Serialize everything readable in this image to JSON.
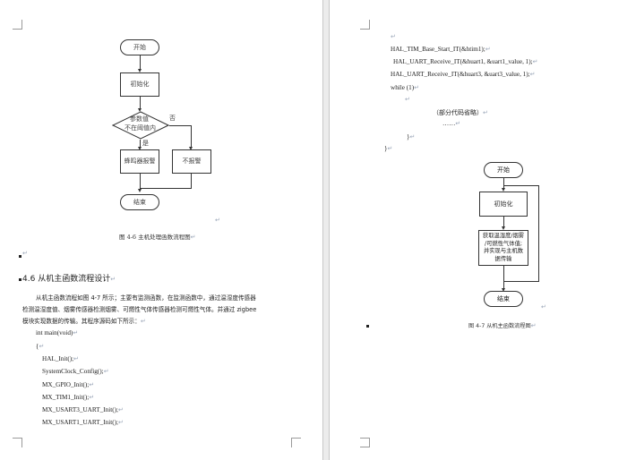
{
  "left_page": {
    "figure_4_6": {
      "start": "开始",
      "init": "初始化",
      "decision_line1": "参数值",
      "decision_line2": "不在阈值内",
      "no_label": "否",
      "yes_label": "是",
      "alarm": "蜂鸣器报警",
      "no_alarm": "不报警",
      "end": "结束",
      "caption": "图 4-6   主机处理函数流程图"
    },
    "section": {
      "number": "4.6",
      "title": "从机主函数流程设计"
    },
    "paragraph": [
      "从机主函数流程如图 4-7 所示；主要有监测函数，在监测函数中，通过温湿度传感器",
      "检测温湿度值、烟雾传感器检测烟雾、可燃性气体传感器检测可燃性气体。并通过 zigbee",
      "模块实现数据的传输。其程序源码如下所示："
    ],
    "code_lines": [
      "int main(void)",
      "{",
      "HAL_Init();",
      "SystemClock_Config();",
      "MX_GPIO_Init();",
      "MX_TIM1_Init();",
      "MX_USART3_UART_Init();",
      "MX_USART1_UART_Init();"
    ]
  },
  "right_page": {
    "code_lines": [
      "HAL_TIM_Base_Start_IT(&htim1);",
      "HAL_UART_Receive_IT(&huart1, &uart1_value, 1);",
      "HAL_UART_Receive_IT(&huart3, &uart3_value, 1);",
      "while (1)"
    ],
    "omitted_note": "（部分代码省略）",
    "ellipsis": "……",
    "close_brace_inner": "}",
    "close_brace_outer": "}",
    "figure_4_7": {
      "start": "开始",
      "init": "初始化",
      "process_lines": [
        "获取温湿度/烟雾",
        "/可燃性气体值;",
        "并实现与主机数",
        "据传输"
      ],
      "end": "结束",
      "caption": "图 4-7   从机主函数流程图"
    }
  },
  "marks": {
    "paragraph_mark": "↵"
  }
}
